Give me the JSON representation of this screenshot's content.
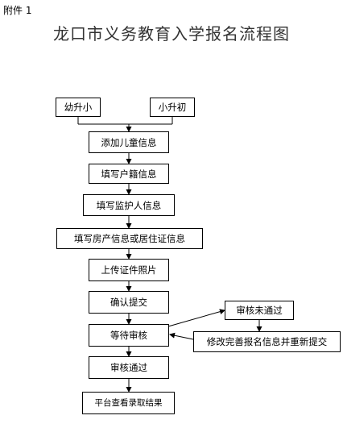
{
  "document": {
    "attachment_label": "附件 1",
    "title": "龙口市义务教育入学报名流程图"
  },
  "flowchart": {
    "entry_nodes": [
      "幼升小",
      "小升初"
    ],
    "steps": [
      "添加儿童信息",
      "填写户籍信息",
      "填写监护人信息",
      "填写房产信息或居住证信息",
      "上传证件照片",
      "确认提交",
      "等待审核",
      "审核通过",
      "平台查看录取结果"
    ],
    "rejection_branch": {
      "rejected": "审核未通过",
      "resubmit": "修改完善报名信息并重新提交"
    }
  }
}
